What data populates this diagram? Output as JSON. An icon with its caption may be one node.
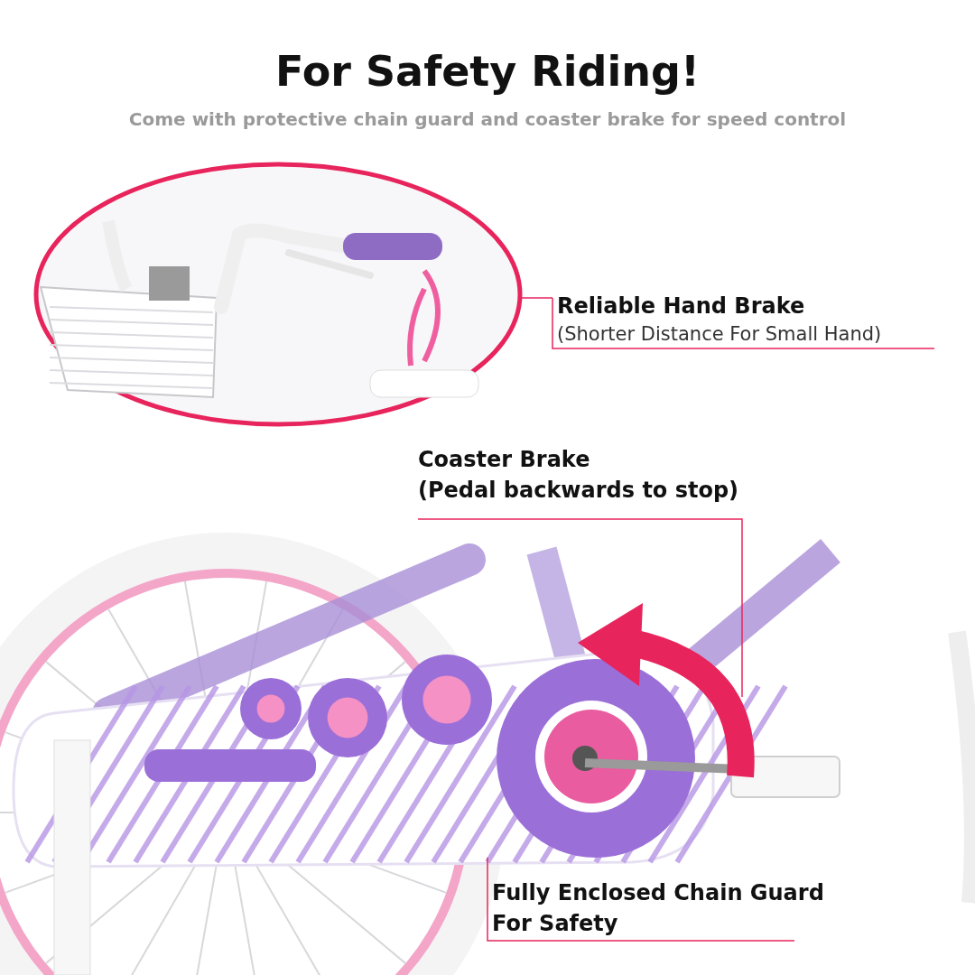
{
  "diagram": {
    "title": "For Safety Riding!",
    "caption": "Come with protective chain guard and coaster brake for speed control",
    "nodes": [
      {
        "text": [],
        "shape": "picture"
      },
      {
        "text": [
          "Reliable Hand Brake",
          "(Shorter Distance For Small Hand)"
        ]
      },
      {
        "text": [
          "Coaster Brake",
          "(Pedal backwards to stop)"
        ]
      },
      {
        "text": [],
        "shape": "picture"
      },
      {
        "text": [
          "Fully Enclosed Chain Guard For Safety"
        ]
      }
    ],
    "edges": [
      {
        "from": 1,
        "to": 0,
        "arrow": "none"
      },
      {
        "from": 2,
        "to": 3,
        "arrow": "none"
      },
      {
        "from": 4,
        "to": 3,
        "arrow": "none"
      }
    ]
  }
}
